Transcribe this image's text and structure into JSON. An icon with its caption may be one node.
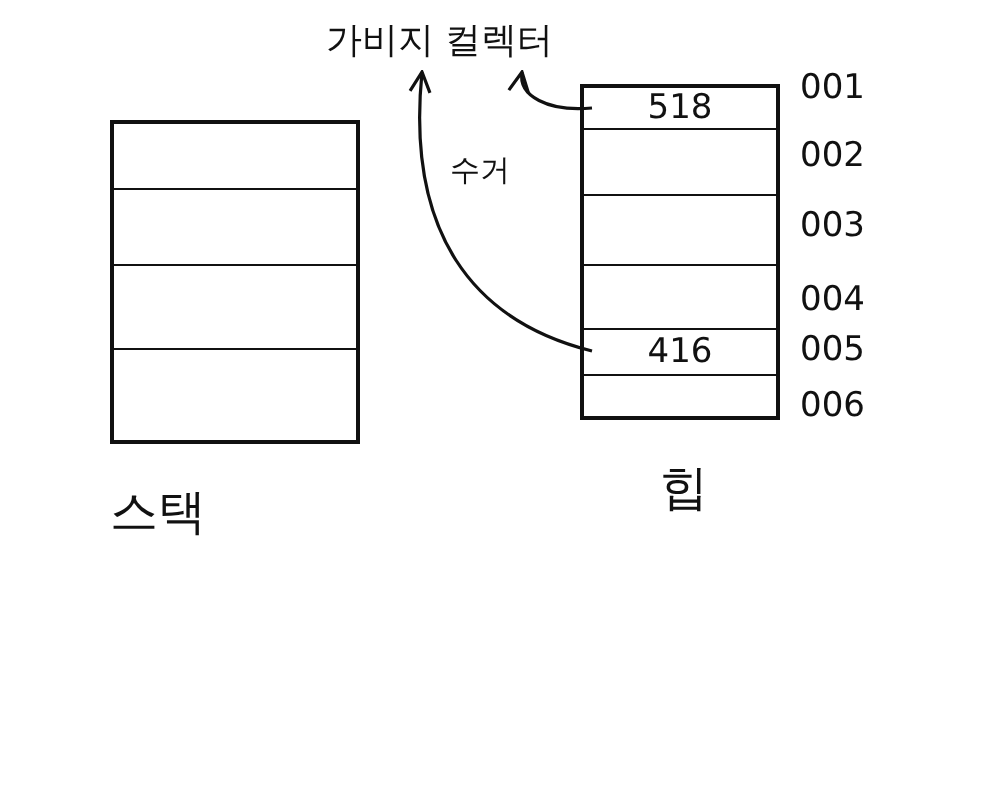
{
  "diagram": {
    "nodes": [
      {
        "text": [
          "가비지 컬렉터"
        ]
      },
      {
        "text": [],
        "shape": "box",
        "beside": [
          "스택"
        ]
      },
      {
        "text": [],
        "shape": "box",
        "beside": [
          "힙"
        ]
      },
      {
        "text": [
          "518"
        ],
        "in": 2
      },
      {
        "text": [
          "416"
        ],
        "in": 2
      }
    ],
    "edges": [
      {
        "from": 3,
        "to": 0,
        "arrow": "to"
      },
      {
        "from": 4,
        "to": 0,
        "arrow": "to",
        "label": "수거"
      }
    ],
    "labels": [
      "001",
      "002",
      "003",
      "004",
      "005",
      "006"
    ]
  }
}
